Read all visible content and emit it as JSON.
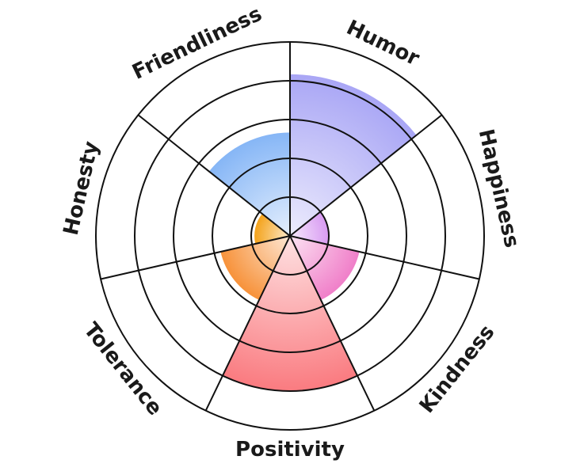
{
  "chart_data": {
    "type": "nightingale-rose",
    "title": "",
    "categories": [
      "Humor",
      "Happiness",
      "Kindness",
      "Positivity",
      "Tolerance",
      "Honesty",
      "Friendliness"
    ],
    "values": [
      5,
      1.2,
      2.2,
      4.8,
      2.2,
      1.1,
      3.2
    ],
    "rmax": 6,
    "rings": 5,
    "colors": {
      "Humor": "#a9a6f5",
      "Happiness": "#d89bf2",
      "Kindness": "#f07fc9",
      "Positivity": "#fa7b80",
      "Tolerance": "#f7923a",
      "Honesty": "#f4a21a",
      "Friendliness": "#86b6f6"
    },
    "grid": true,
    "legend": "none"
  }
}
